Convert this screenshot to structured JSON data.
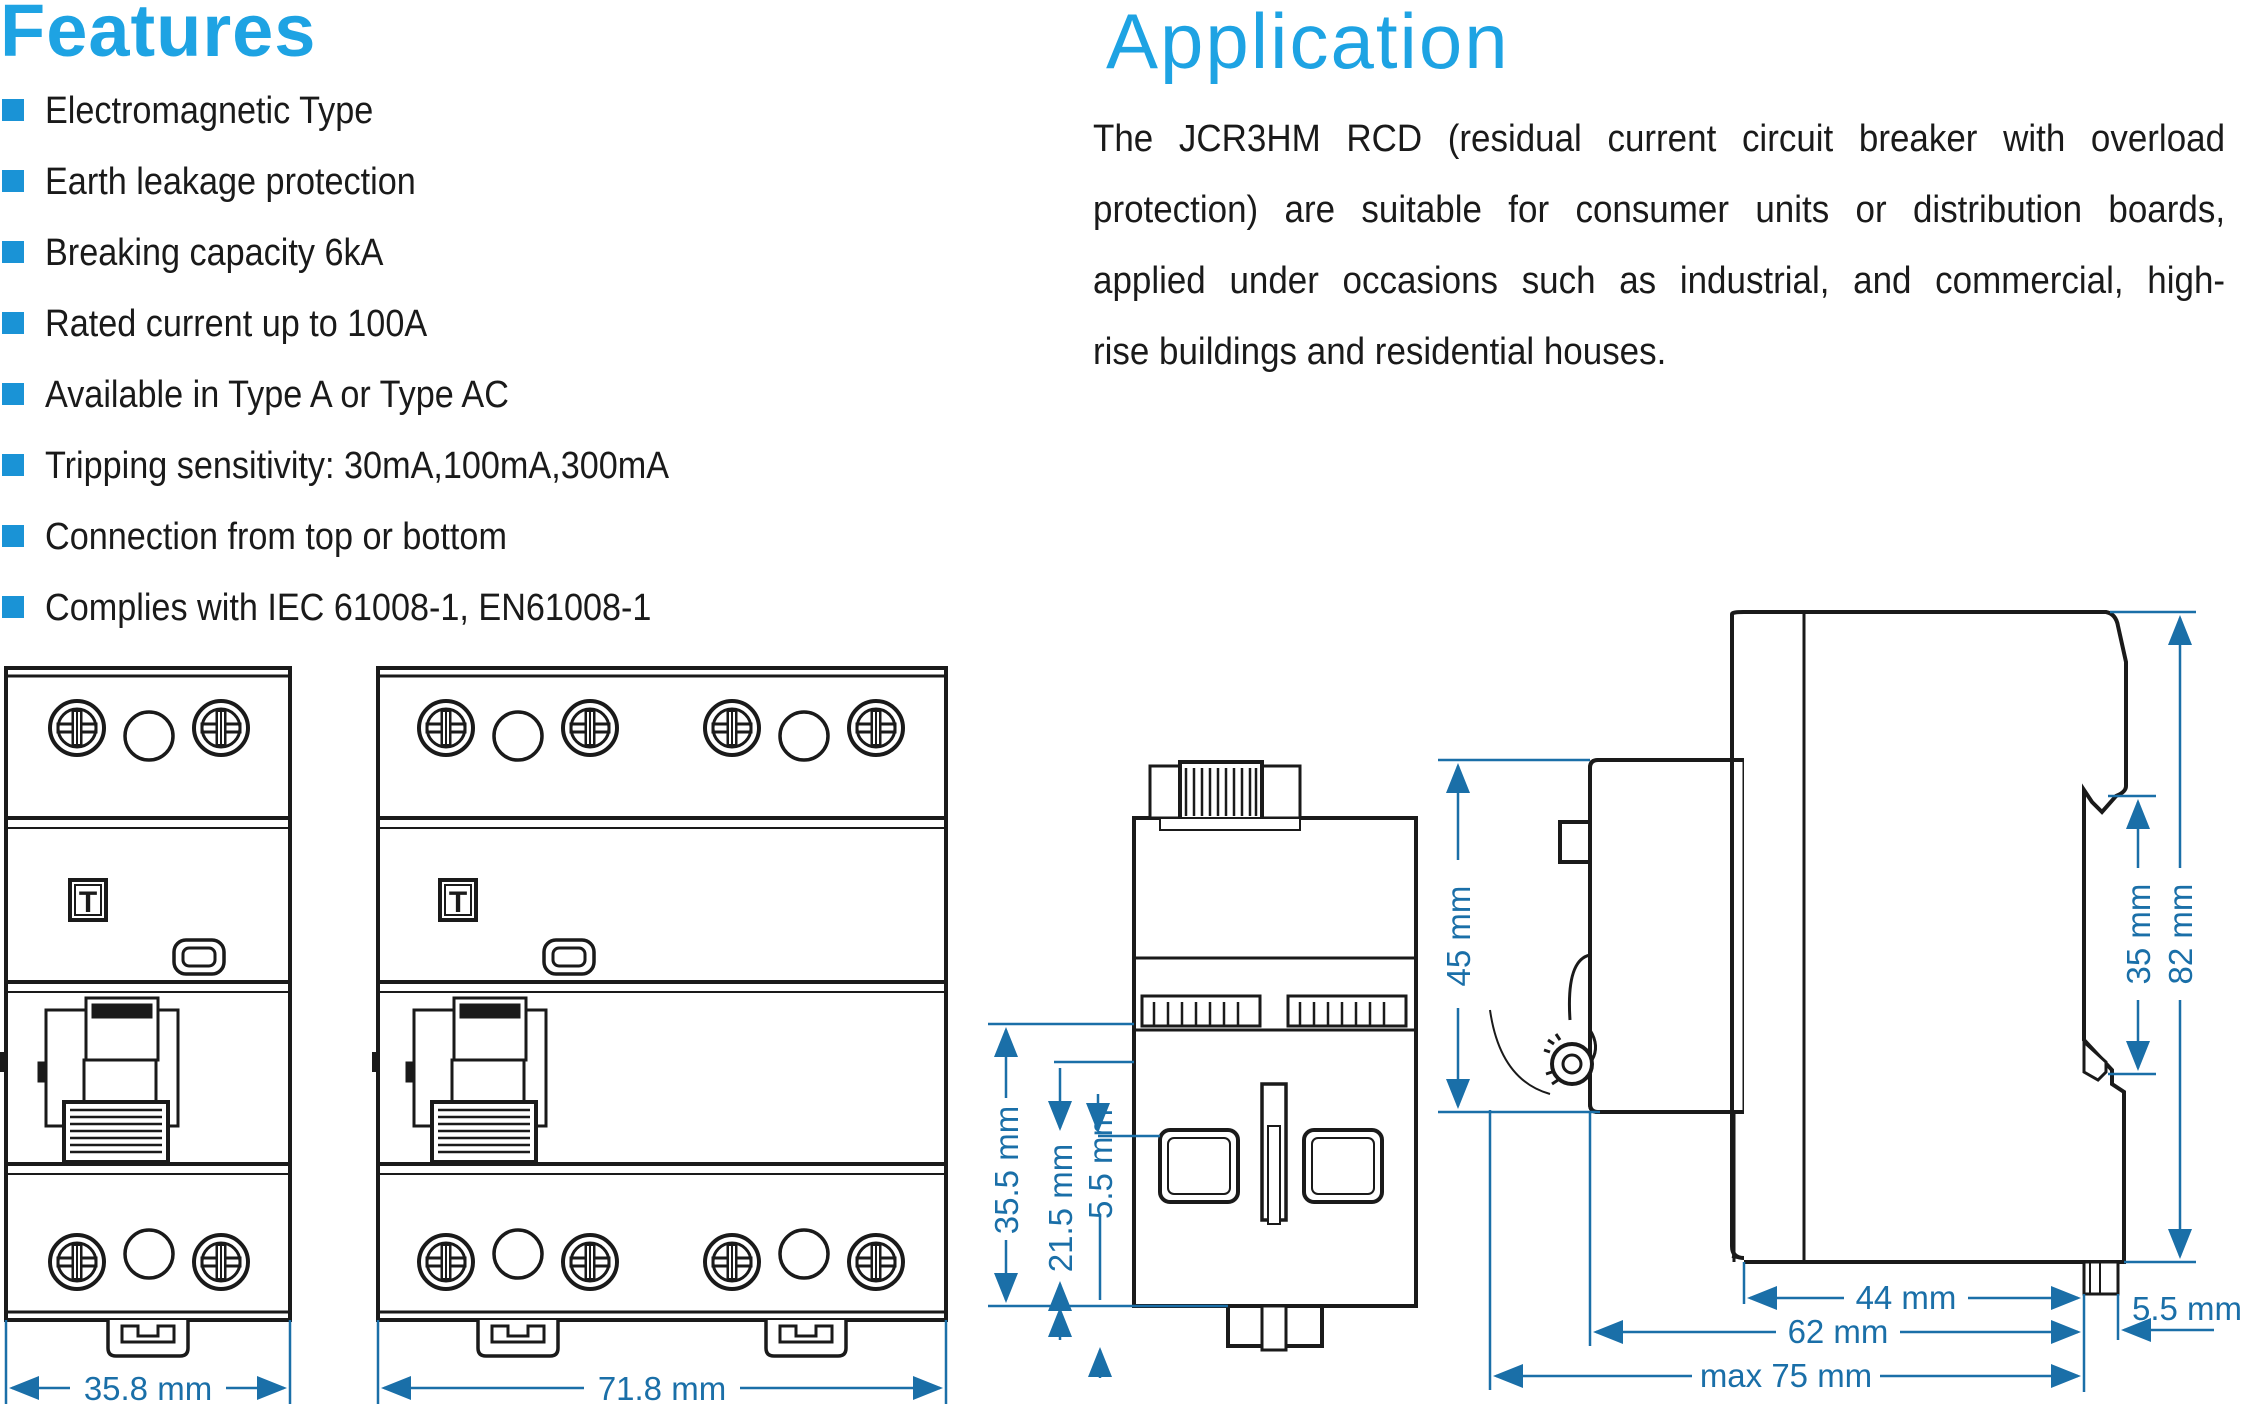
{
  "features": {
    "title": "Features",
    "items": [
      "Electromagnetic Type",
      "Earth leakage protection",
      "Breaking capacity 6kA",
      "Rated current up to 100A",
      "Available in Type A or Type AC",
      "Tripping sensitivity: 30mA,100mA,300mA",
      "Connection from top or bottom",
      "Complies with IEC 61008-1, EN61008-1"
    ]
  },
  "application": {
    "title": "Application",
    "lines": [
      "The JCR3HM  RCD (residual current circuit breaker with overload",
      "protection) are suitable for consumer units or distribution boards,",
      "applied under occasions such as industrial, and commercial, high-",
      "rise buildings and residential houses."
    ]
  },
  "drawing": {
    "test_button_glyph": "T",
    "dimensions": {
      "width_2p": "35.8 mm",
      "width_4p": "71.8 mm",
      "front_35_5": "35.5 mm",
      "front_21_5": "21.5 mm",
      "front_5_5": "5.5 mm",
      "side_45": "45 mm",
      "side_35": "35 mm",
      "side_82": "82 mm",
      "side_44": "44 mm",
      "side_62": "62 mm",
      "side_max75": "max 75 mm",
      "side_5_5": "5.5 mm"
    },
    "colors": {
      "line": "#1a1a1a",
      "dimension": "#1a6fa8",
      "accent": "#1ea3e3"
    }
  }
}
